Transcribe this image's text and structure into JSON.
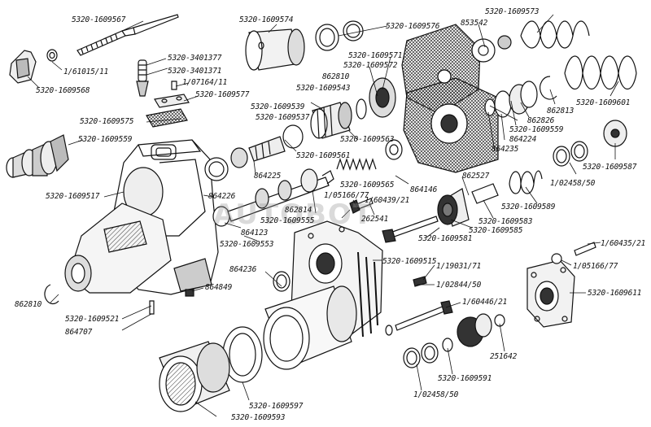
{
  "watermark": "AUTOBOT",
  "labels": [
    {
      "id": "l01",
      "text": "5320-1609567"
    },
    {
      "id": "l02",
      "text": "5320-1609574"
    },
    {
      "id": "l03",
      "text": "5320-1609576"
    },
    {
      "id": "l04",
      "text": "853542"
    },
    {
      "id": "l05",
      "text": "5320-1609573"
    },
    {
      "id": "l06",
      "text": "1/61015/11"
    },
    {
      "id": "l07",
      "text": "5320-3401377"
    },
    {
      "id": "l08",
      "text": "5320-3401371"
    },
    {
      "id": "l09",
      "text": "1/07164/11"
    },
    {
      "id": "l10",
      "text": "5320-1609568"
    },
    {
      "id": "l11",
      "text": "5320-1609577"
    },
    {
      "id": "l12",
      "text": "862810"
    },
    {
      "id": "l13",
      "text": "5320-1609571"
    },
    {
      "id": "l14",
      "text": "5320-1609572"
    },
    {
      "id": "l15",
      "text": "5320-1609543"
    },
    {
      "id": "l16",
      "text": "5320-1609539"
    },
    {
      "id": "l17",
      "text": "5320-1609537"
    },
    {
      "id": "l18",
      "text": "5320-1609575"
    },
    {
      "id": "l19",
      "text": "5320-1609559"
    },
    {
      "id": "l20",
      "text": "5320-1609563"
    },
    {
      "id": "l21",
      "text": "5320-1609601"
    },
    {
      "id": "l22",
      "text": "862813"
    },
    {
      "id": "l23",
      "text": "862826"
    },
    {
      "id": "l24",
      "text": "5320-1609559"
    },
    {
      "id": "l25",
      "text": "864224"
    },
    {
      "id": "l26",
      "text": "864235"
    },
    {
      "id": "l27",
      "text": "5320-1609561"
    },
    {
      "id": "l28",
      "text": "5320-1609587"
    },
    {
      "id": "l29",
      "text": "864225"
    },
    {
      "id": "l30",
      "text": "5320-1609517"
    },
    {
      "id": "l31",
      "text": "864226"
    },
    {
      "id": "l32",
      "text": "5320-1609565"
    },
    {
      "id": "l33",
      "text": "1/05166/77"
    },
    {
      "id": "l34",
      "text": "1/60439/21"
    },
    {
      "id": "l35",
      "text": "864146"
    },
    {
      "id": "l36",
      "text": "862527"
    },
    {
      "id": "l37",
      "text": "1/02458/50"
    },
    {
      "id": "l38",
      "text": "5320-1609589"
    },
    {
      "id": "l39",
      "text": "862814"
    },
    {
      "id": "l40",
      "text": "5320-1609555"
    },
    {
      "id": "l41",
      "text": "262541"
    },
    {
      "id": "l42",
      "text": "5320-1609583"
    },
    {
      "id": "l43",
      "text": "5320-1609585"
    },
    {
      "id": "l44",
      "text": "864123"
    },
    {
      "id": "l45",
      "text": "5320-1609581"
    },
    {
      "id": "l46",
      "text": "5320-1609553"
    },
    {
      "id": "l47",
      "text": "1/60435/21"
    },
    {
      "id": "l48",
      "text": "864236"
    },
    {
      "id": "l49",
      "text": "5320-1609515"
    },
    {
      "id": "l50",
      "text": "1/05166/77"
    },
    {
      "id": "l51",
      "text": "1/19031/71"
    },
    {
      "id": "l52",
      "text": "5320-1609611"
    },
    {
      "id": "l53",
      "text": "864849"
    },
    {
      "id": "l54",
      "text": "1/02844/50"
    },
    {
      "id": "l55",
      "text": "862810"
    },
    {
      "id": "l56",
      "text": "5320-1609521"
    },
    {
      "id": "l57",
      "text": "1/60446/21"
    },
    {
      "id": "l58",
      "text": "864707"
    },
    {
      "id": "l59",
      "text": "251642"
    },
    {
      "id": "l60",
      "text": "5320-1609591"
    },
    {
      "id": "l61",
      "text": "1/02458/50"
    },
    {
      "id": "l62",
      "text": "5320-1609597"
    },
    {
      "id": "l63",
      "text": "5320-1609593"
    }
  ]
}
